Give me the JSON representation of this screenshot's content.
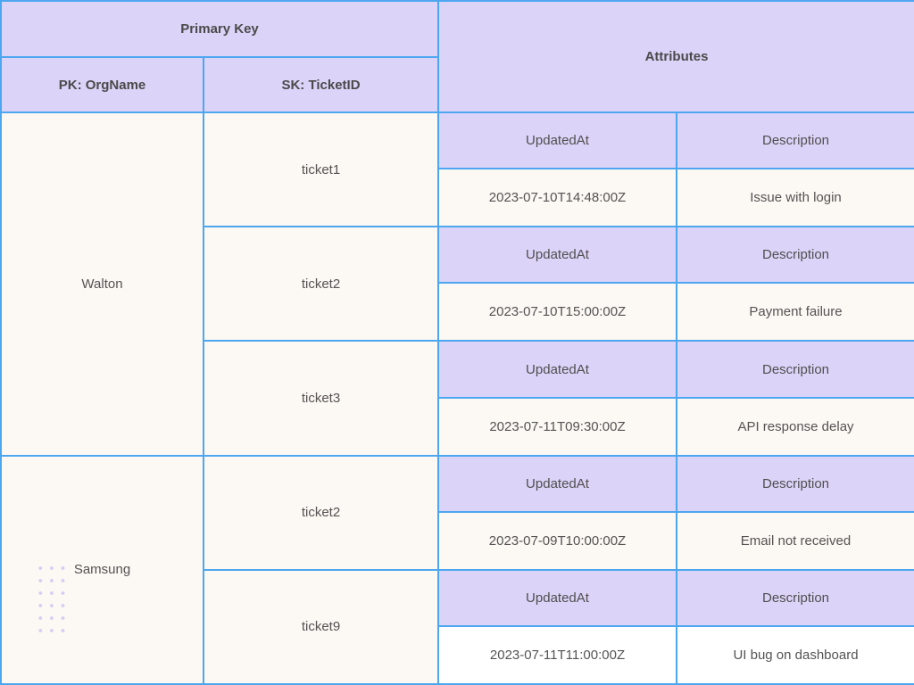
{
  "table": {
    "header": {
      "primary_key": "Primary Key",
      "pk_label": "PK: OrgName",
      "sk_label": "SK: TicketID",
      "attributes": "Attributes"
    },
    "attr_columns": {
      "updated_at": "UpdatedAt",
      "description": "Description"
    },
    "groups": [
      {
        "org": "Walton",
        "tickets": [
          {
            "id": "ticket1",
            "updated_at": "2023-07-10T14:48:00Z",
            "description": "Issue with login"
          },
          {
            "id": "ticket2",
            "updated_at": "2023-07-10T15:00:00Z",
            "description": "Payment failure"
          },
          {
            "id": "ticket3",
            "updated_at": "2023-07-11T09:30:00Z",
            "description": "API response delay"
          }
        ]
      },
      {
        "org": "Samsung",
        "tickets": [
          {
            "id": "ticket2",
            "updated_at": "2023-07-09T10:00:00Z",
            "description": "Email not received"
          },
          {
            "id": "ticket9",
            "updated_at": "2023-07-11T11:00:00Z",
            "description": "UI bug on dashboard"
          }
        ]
      }
    ],
    "colors": {
      "header_bg": "#dcd3f8",
      "cell_bg": "#fcf8f3",
      "last_row_bg": "#ffffff",
      "border": "#4da7f0",
      "text": "#4e4e4e",
      "dot_decoration": "#d9cdf2"
    }
  }
}
